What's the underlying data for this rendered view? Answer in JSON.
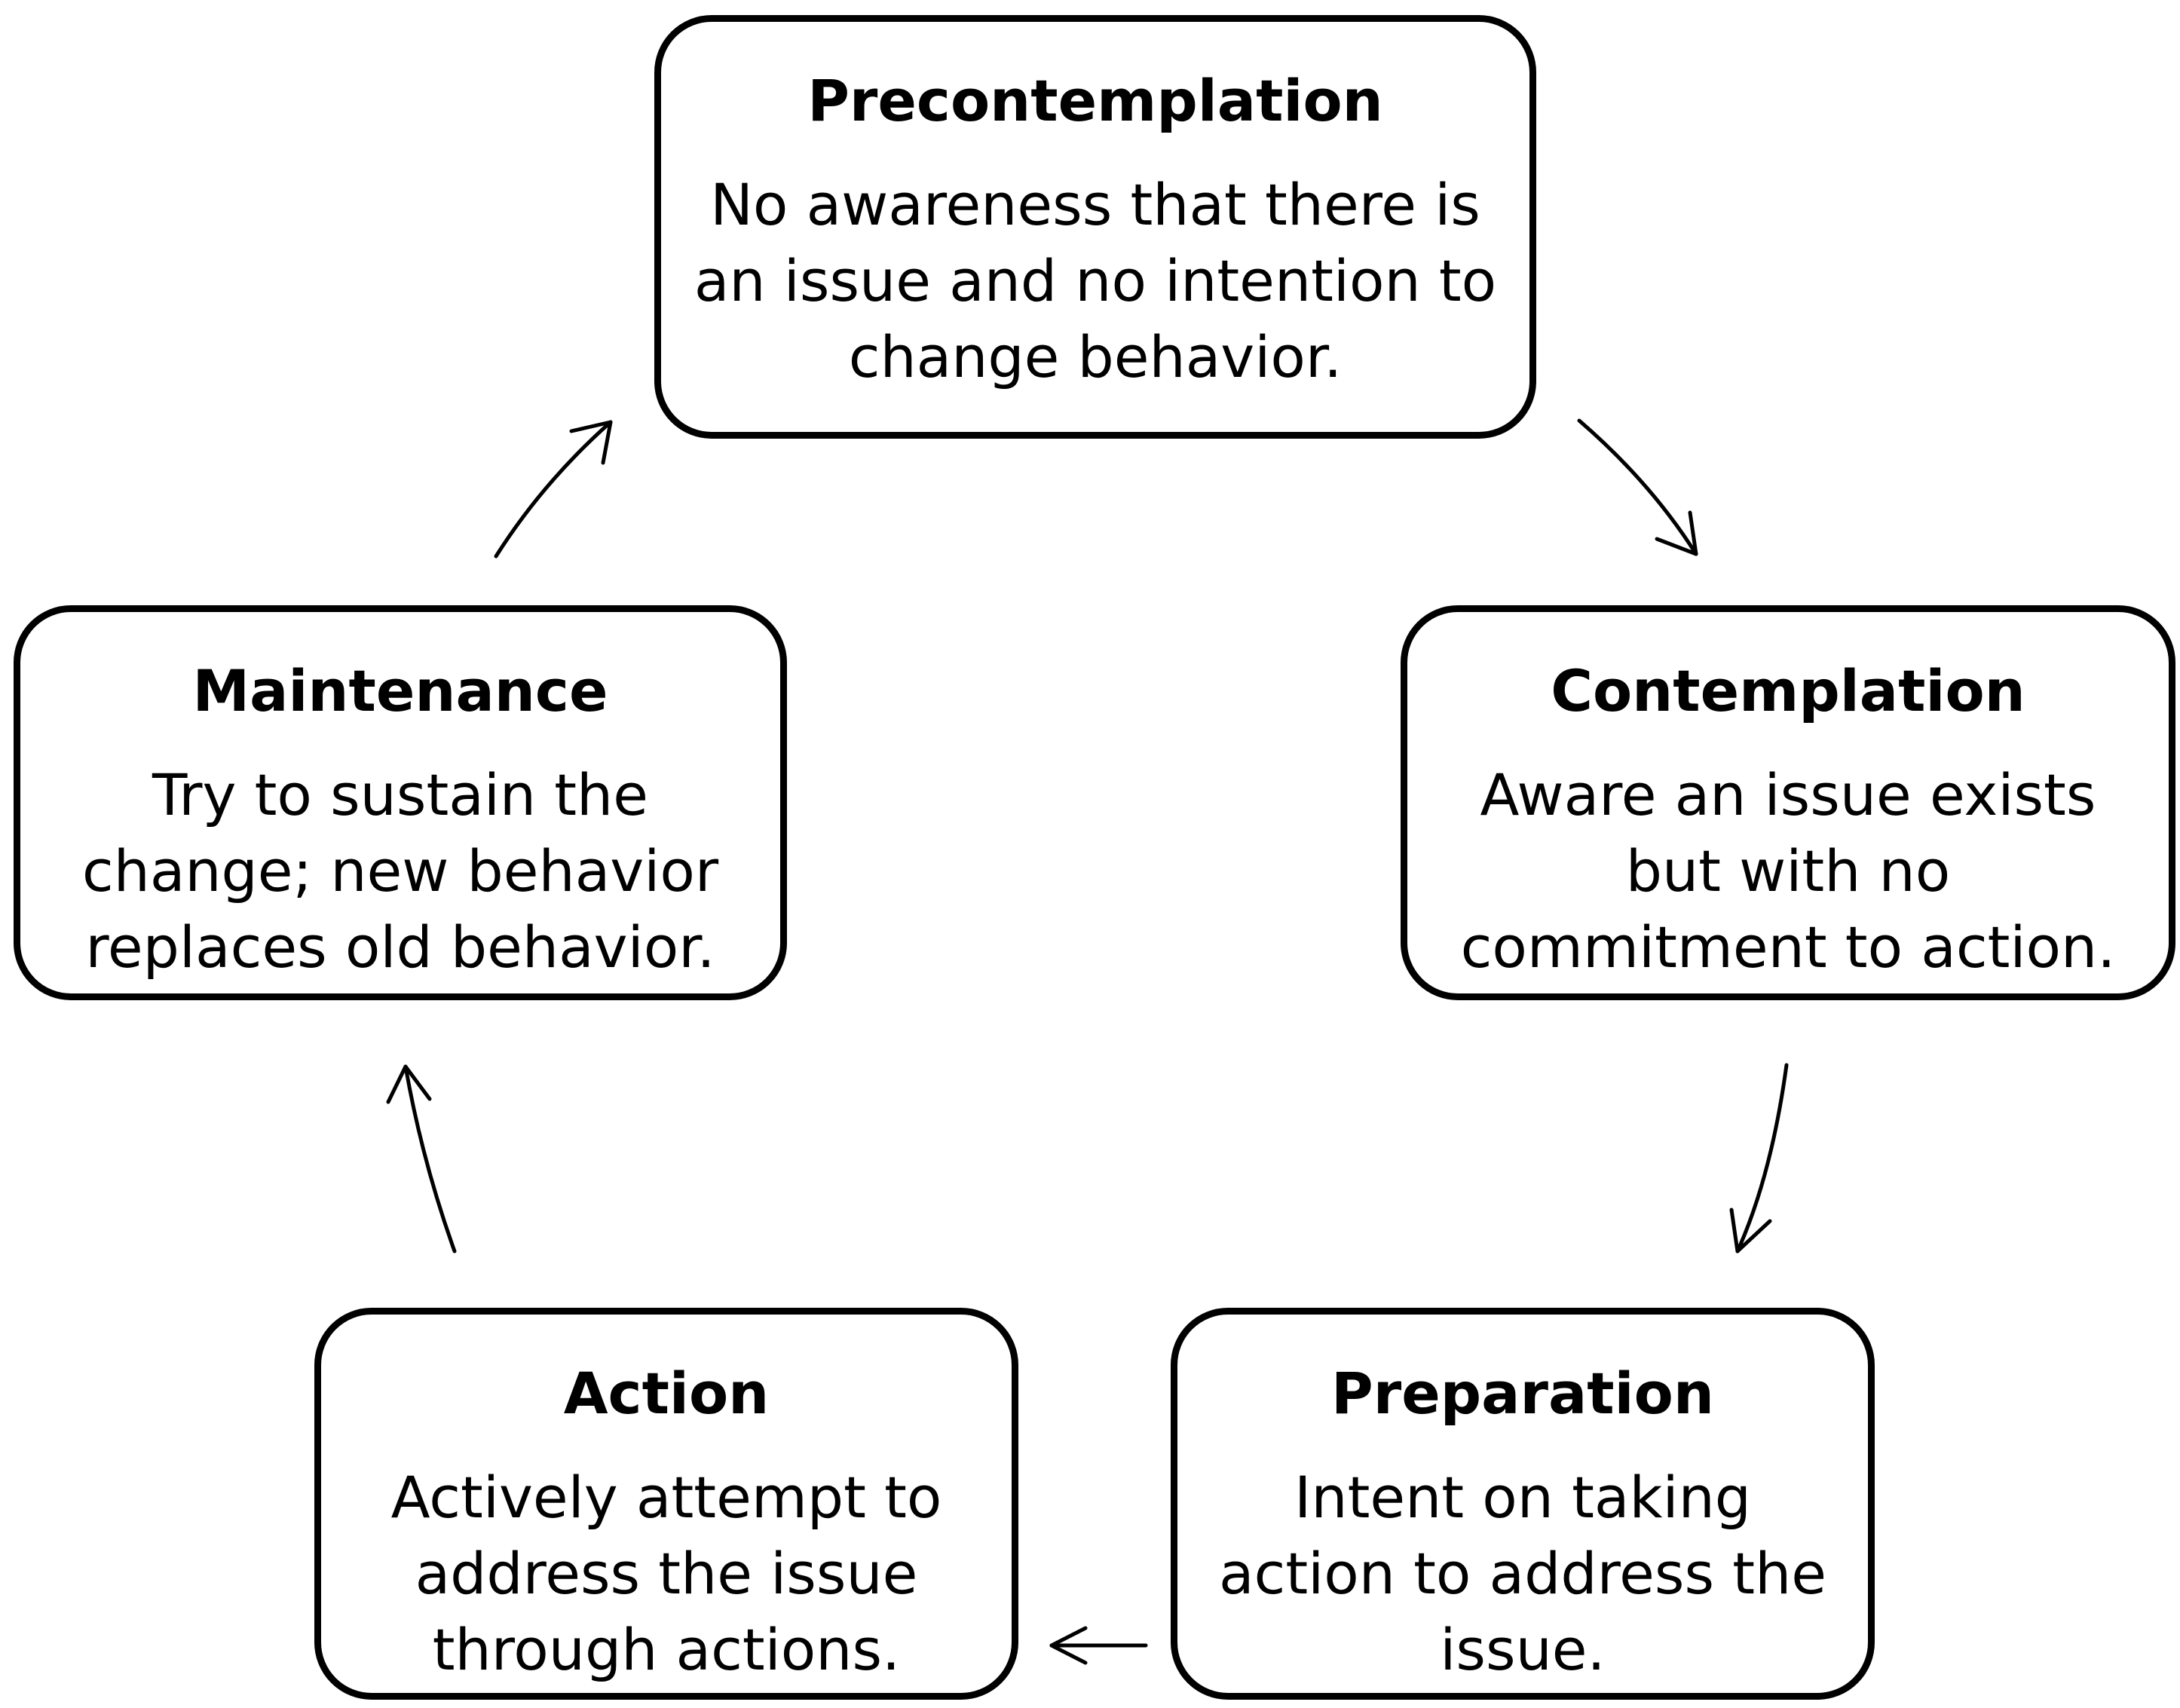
{
  "stages": [
    {
      "title": "Precontemplation",
      "description": "No awareness that there is\nan issue and no intention to\nchange behavior."
    },
    {
      "title": "Contemplation",
      "description": "Aware an issue exists\nbut with no\ncommitment to action."
    },
    {
      "title": "Preparation",
      "description": "Intent on taking\naction to address the\nissue."
    },
    {
      "title": "Action",
      "description": "Actively attempt to\naddress the issue\nthrough actions."
    },
    {
      "title": "Maintenance",
      "description": "Try to sustain the\nchange; new behavior\nreplaces old behavior."
    }
  ]
}
